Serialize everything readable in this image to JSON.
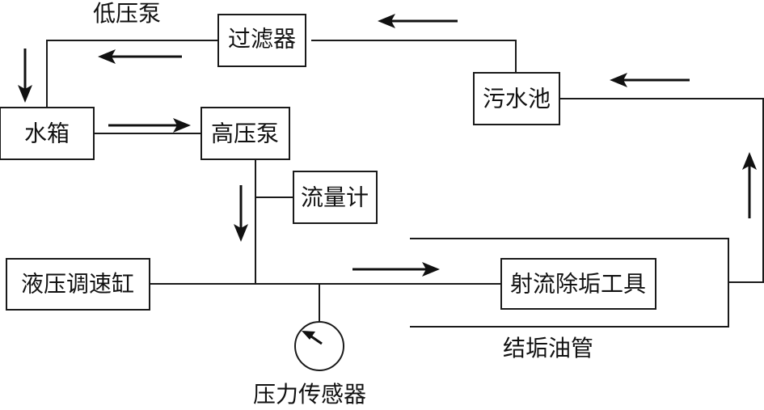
{
  "diagram": {
    "components": {
      "filter": "过滤器",
      "water_tank": "水箱",
      "high_pressure_pump": "高压泵",
      "sewage_pool": "污水池",
      "flow_meter": "流量计",
      "hydraulic_speed_cylinder": "液压调速缸",
      "jet_descaling_tool": "射流除垢工具"
    },
    "labels": {
      "low_pressure_pump": "低压泵",
      "scaled_tubing": "结垢油管",
      "pressure_sensor": "压力传感器"
    },
    "flow_arrows": [
      {
        "id": "top-right",
        "direction": "left"
      },
      {
        "id": "top-left",
        "direction": "left"
      },
      {
        "id": "left-down",
        "direction": "down"
      },
      {
        "id": "tank-to-pump",
        "direction": "right"
      },
      {
        "id": "pump-down",
        "direction": "down"
      },
      {
        "id": "to-tool",
        "direction": "right"
      },
      {
        "id": "right-up",
        "direction": "up"
      },
      {
        "id": "to-sewage",
        "direction": "left"
      }
    ],
    "colors": {
      "stroke": "#1a1a1a",
      "background": "#ffffff"
    }
  }
}
